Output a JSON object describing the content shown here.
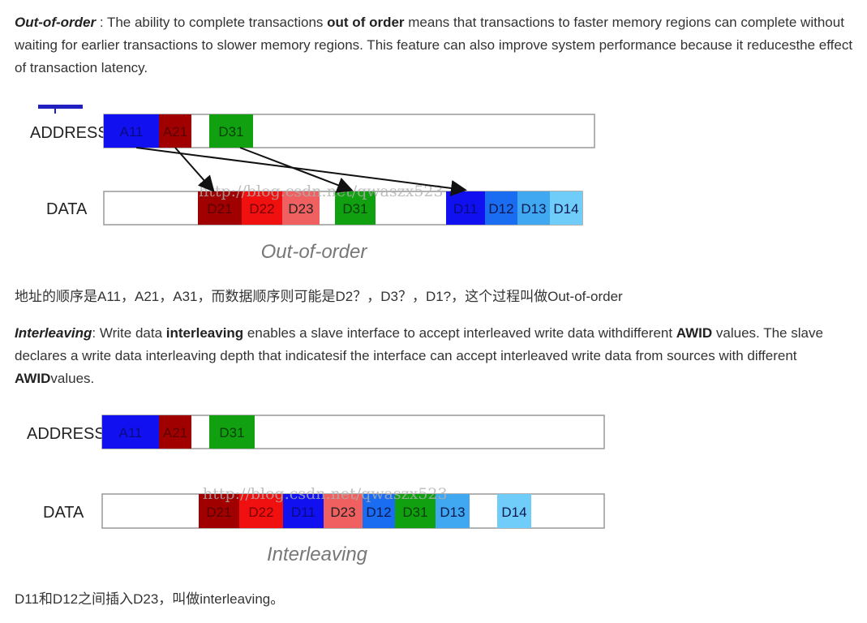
{
  "oooPara": {
    "term": "Out-of-order",
    "t1": " : The ability to complete transactions ",
    "b1": "out of order",
    "t2": " means that transactions to faster memory regions can complete without waiting for earlier transactions to slower memory regions. This feature can also improve system performance because it reducesthe effect of transaction latency."
  },
  "diagram1": {
    "addressLabel": "ADDRESS",
    "dataLabel": "DATA",
    "address": [
      "A11",
      "A21",
      "D31"
    ],
    "data": [
      "D21",
      "D22",
      "D23",
      "D31",
      "D11",
      "D12",
      "D13",
      "D14"
    ],
    "caption": "Out-of-order",
    "watermark": "http://blog.csdn.net/qwaszx523"
  },
  "cnLine1": "地址的顺序是A11，A21，A31，而数据顺序则可能是D2？，D3？，D1?，这个过程叫做Out-of-order",
  "interPara": {
    "term": "Interleaving",
    "t1": ":  Write data ",
    "b1": "interleaving",
    "t2": " enables a slave interface to accept interleaved write data withdifferent ",
    "b2": "AWID",
    "t3": " values. The slave declares a write data interleaving depth that indicatesif the interface can accept interleaved write data from sources with different ",
    "b3": "AWID",
    "t4": "values."
  },
  "diagram2": {
    "addressLabel": "ADDRESS",
    "dataLabel": "DATA",
    "address": [
      "A11",
      "A21",
      "D31"
    ],
    "data": [
      "D21",
      "D22",
      "D11",
      "D23",
      "D12",
      "D31",
      "D13",
      "D14"
    ],
    "caption": "Interleaving",
    "watermark": "http://blog.csdn.net/qwaszx523"
  },
  "cnLine2": "D11和D12之间插入D23，叫做interleaving。",
  "colors": {
    "blue": "#1010f0",
    "darkRed": "#a00000",
    "red": "#f01010",
    "lightRed": "#f06060",
    "green": "#10a010",
    "midBlue": "#1a6cf0",
    "lightBlue": "#40a8f0",
    "paleBlue": "#70ccf8"
  }
}
